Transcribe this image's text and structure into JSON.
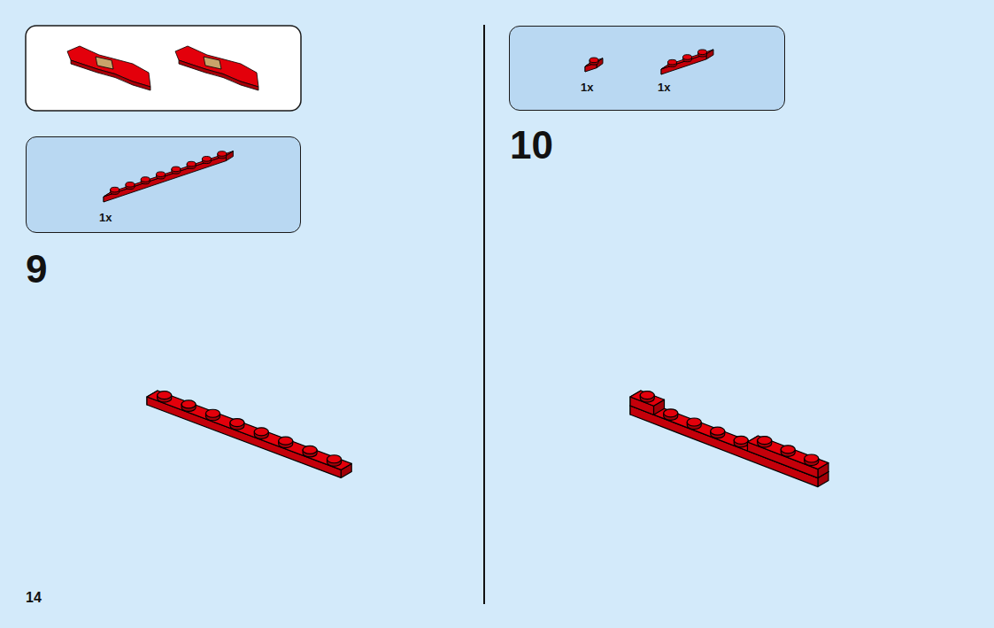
{
  "diagram": {
    "nodes": [
      {
        "text": [
          "1x"
        ]
      },
      {
        "text": [
          "1x",
          "1x"
        ]
      }
    ],
    "labels": [
      "9",
      "10",
      "14"
    ]
  }
}
